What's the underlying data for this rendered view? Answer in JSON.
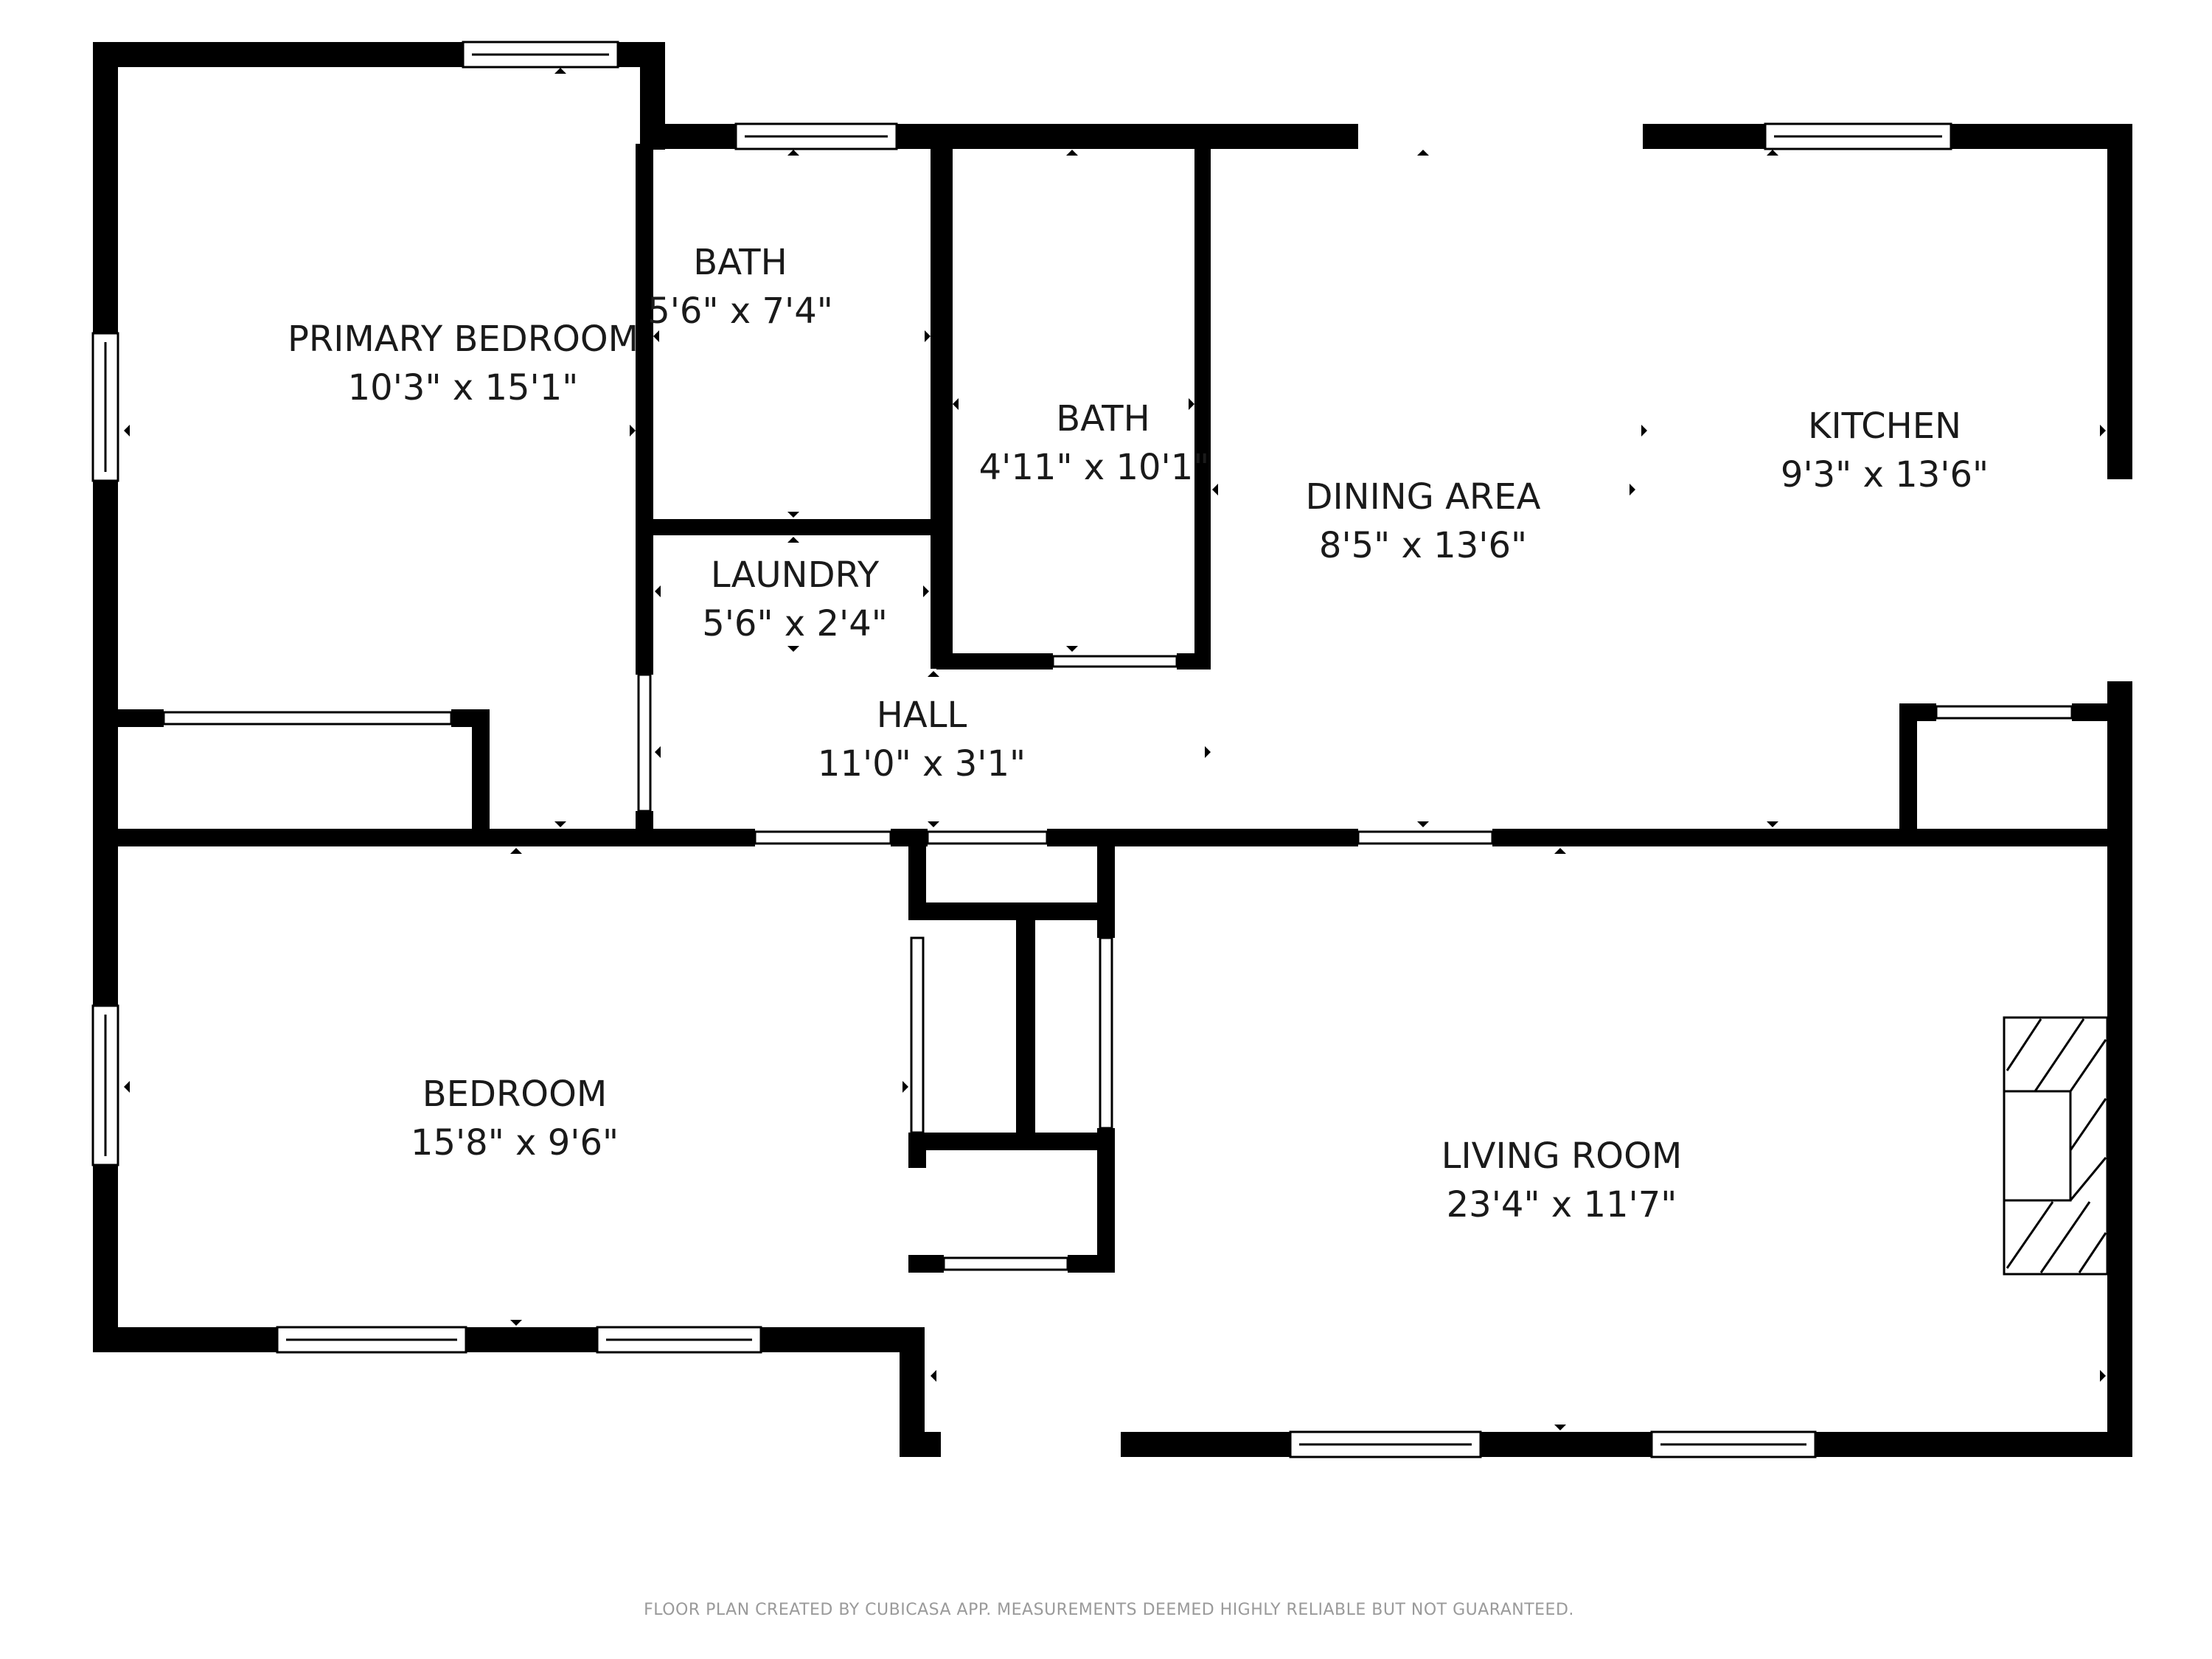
{
  "rooms": {
    "primary_bedroom": {
      "name": "PRIMARY BEDROOM",
      "dims": "10'3\" x 15'1\""
    },
    "bath_1": {
      "name": "BATH",
      "dims": "5'6\" x 7'4\""
    },
    "bath_2": {
      "name": "BATH",
      "dims": "4'11\" x 10'1\""
    },
    "laundry": {
      "name": "LAUNDRY",
      "dims": "5'6\" x 2'4\""
    },
    "dining_area": {
      "name": "DINING AREA",
      "dims": "8'5\" x 13'6\""
    },
    "kitchen": {
      "name": "KITCHEN",
      "dims": "9'3\" x 13'6\""
    },
    "hall": {
      "name": "HALL",
      "dims": "11'0\" x 3'1\""
    },
    "bedroom": {
      "name": "BEDROOM",
      "dims": "15'8\" x 9'6\""
    },
    "living_room": {
      "name": "LIVING ROOM",
      "dims": "23'4\" x 11'7\""
    }
  },
  "footer": {
    "disclaimer": "FLOOR PLAN CREATED BY CUBICASA APP. MEASUREMENTS DEEMED HIGHLY RELIABLE BUT NOT GUARANTEED."
  },
  "colors": {
    "wall": "#000000",
    "background": "#ffffff",
    "label": "#1a1a1a",
    "footer": "#9a9a9a"
  }
}
